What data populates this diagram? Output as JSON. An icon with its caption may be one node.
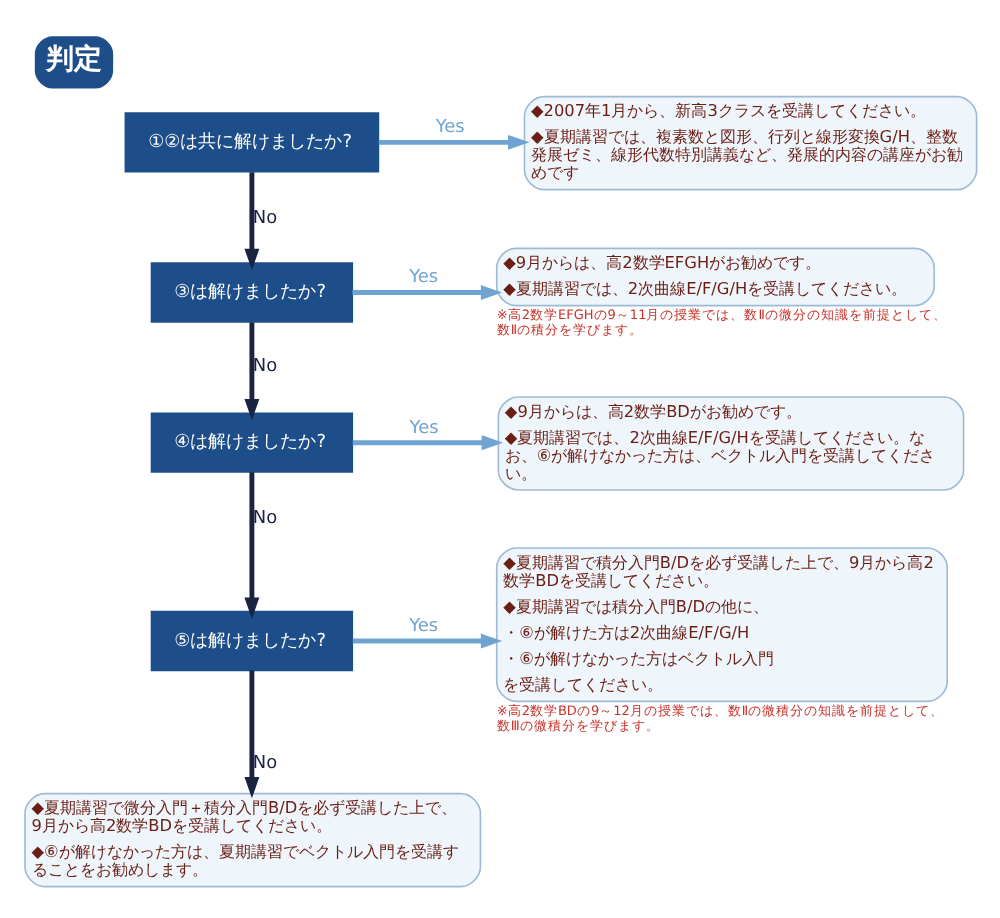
{
  "diagram": {
    "title": "判定",
    "nodes": [
      {
        "text": [
          "①②は共に解けましたか?"
        ]
      },
      {
        "text": [
          "◆2007年1月から、新高3クラスを受講してください。",
          "◆夏期講習では、複素数と図形、行列と線形変換G/H、整数発展ゼミ、線形代数特別講義など、発展的内容の講座がお勧めです"
        ]
      },
      {
        "text": [
          "③は解けましたか?"
        ]
      },
      {
        "text": [
          "◆9月からは、高2数学EFGHがお勧めです。",
          "◆夏期講習では、2次曲線E/F/G/Hを受講してください。"
        ],
        "beside": [
          "※高2数学EFGHの9～11月の授業では、数Ⅱの微分の知識を前提として、数Ⅱの積分を学びます。"
        ]
      },
      {
        "text": [
          "④は解けましたか?"
        ]
      },
      {
        "text": [
          "◆9月からは、高2数学BDがお勧めです。",
          "◆夏期講習では、2次曲線E/F/G/Hを受講してください。なお、⑥が解けなかった方は、ベクトル入門を受講してください。"
        ]
      },
      {
        "text": [
          "⑤は解けましたか?"
        ]
      },
      {
        "text": [
          "◆夏期講習で積分入門B/Dを必ず受講した上で、9月から高2数学BDを受講してください。",
          "◆夏期講習では積分入門B/Dの他に、",
          "・⑥が解けた方は2次曲線E/F/G/H",
          "・⑥が解けなかった方はベクトル入門",
          "を受講してください。"
        ],
        "beside": [
          "※高2数学BDの9～12月の授業では、数Ⅱの微積分の知識を前提として、数Ⅲの微積分を学びます。"
        ]
      },
      {
        "text": [
          "◆夏期講習で微分入門＋積分入門B/Dを必ず受講した上で、9月から高2数学BDを受講してください。",
          "◆⑥が解けなかった方は、夏期講習でベクトル入門を受講することをお勧めします。"
        ]
      }
    ],
    "edges": [
      {
        "from": 0,
        "to": 1,
        "arrow": "to",
        "label": "Yes",
        "color": "#6fa3d2"
      },
      {
        "from": 0,
        "to": 2,
        "arrow": "to",
        "label": "No",
        "color": "#1a2440"
      },
      {
        "from": 2,
        "to": 3,
        "arrow": "to",
        "label": "Yes",
        "color": "#6fa3d2"
      },
      {
        "from": 2,
        "to": 4,
        "arrow": "to",
        "label": "No",
        "color": "#1a2440"
      },
      {
        "from": 4,
        "to": 5,
        "arrow": "to",
        "label": "Yes",
        "color": "#6fa3d2"
      },
      {
        "from": 4,
        "to": 6,
        "arrow": "to",
        "label": "No",
        "color": "#1a2440"
      },
      {
        "from": 6,
        "to": 7,
        "arrow": "to",
        "label": "Yes",
        "color": "#6fa3d2"
      },
      {
        "from": 6,
        "to": 8,
        "arrow": "to",
        "label": "No",
        "color": "#1a2440"
      }
    ]
  }
}
